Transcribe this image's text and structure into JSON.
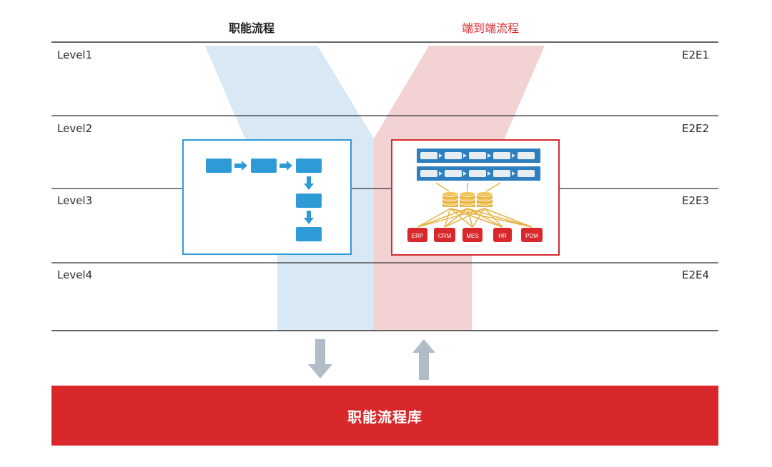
{
  "headers": {
    "functional": "职能流程",
    "e2e": "端到端流程"
  },
  "levels": [
    "Level1",
    "Level2",
    "Level3",
    "Level4"
  ],
  "e2e_levels": [
    "E2E1",
    "E2E2",
    "E2E3",
    "E2E4"
  ],
  "systems": [
    "ERP",
    "CRM",
    "MES",
    "HR",
    "PDM"
  ],
  "library": "职能流程库",
  "colors": {
    "blue_band": "#d8e8f4",
    "red_band": "#f3d2d4",
    "blue": "#2e9bd6",
    "red": "#d8282b",
    "gold": "#e6b345",
    "arrow": "#b0bcc8",
    "line": "#333333"
  }
}
